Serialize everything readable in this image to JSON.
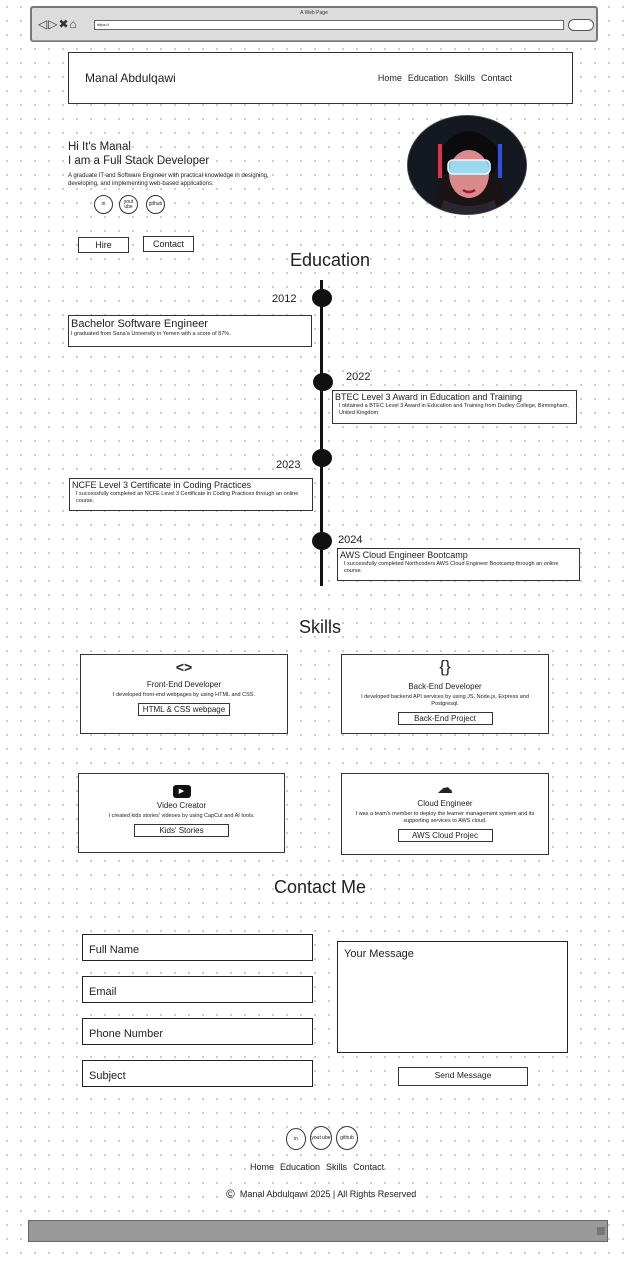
{
  "browser": {
    "title": "A Web Page",
    "url": "https://",
    "nav_icons": "◁▷✖⌂"
  },
  "header": {
    "brand": "Manal Abdulqawi",
    "nav": [
      "Home",
      "Education",
      "Skills",
      "Contact"
    ]
  },
  "hero": {
    "greeting": "Hi It's Manal",
    "role": "I am a Full Stack Developer",
    "description": "A graduate IT and Software Engineer with practical knowledge in designing, developing, and implementing web-based applications.",
    "social": [
      "in",
      "yout ube",
      "github"
    ],
    "hire_label": "Hire",
    "contact_label": "Contact"
  },
  "education": {
    "title": "Education",
    "items": [
      {
        "year": "2012",
        "title": "Bachelor Software Engineer",
        "text": "I graduated from Sana'a University in Yemen with a score of 87%."
      },
      {
        "year": "2022",
        "title": "BTEC Level 3 Award in Education and Training",
        "text": "I obtained a BTEC Level 3 Award in Education and Training from Dudley College, Birmingham, United Kingdom"
      },
      {
        "year": "2023",
        "title": "NCFE Level 3 Certificate in Coding Practices",
        "text": "I successfully completed an NCFE Level 3 Certificate in Coding Practices through an online course."
      },
      {
        "year": "2024",
        "title": "AWS Cloud Engineer Bootcamp",
        "text": "I successfully completed Northcoders AWS Cloud Engineer Bootcamp through an online course."
      }
    ]
  },
  "skills": {
    "title": "Skills",
    "items": [
      {
        "icon": "code-icon",
        "glyph": "<>",
        "name": "Front-End Developer",
        "desc": "I developed front-end webpages by using HTML and CSS.",
        "button": "HTML & CSS webpage"
      },
      {
        "icon": "braces-icon",
        "glyph": "{}",
        "name": "Back-End Developer",
        "desc": "I developed backend API services by using JS, Node.js, Express and  Postgresql.",
        "button": "Back-End Project"
      },
      {
        "icon": "youtube-icon",
        "glyph": "▶",
        "name": "Video Creator",
        "desc": "I created kids stories' videoes by using CapCut and AI tools.",
        "button": "Kids' Stories"
      },
      {
        "icon": "cloud-icon",
        "glyph": "☁",
        "name": "Cloud Engineer",
        "desc": "I was a team's member to deploy the learner management system and its supporting services to AWS cloud.",
        "button": "AWS Cloud Projec"
      }
    ]
  },
  "contact": {
    "title": "Contact Me",
    "full_name": "Full Name",
    "email": "Email",
    "phone": "Phone Number",
    "subject": "Subject",
    "message": "Your Message",
    "send": "Send Message"
  },
  "footer": {
    "social": [
      "in",
      "yout ube",
      "github"
    ],
    "nav": [
      "Home",
      "Education",
      "Skills",
      "Contact"
    ],
    "copyright_symbol": "©",
    "copyright": "Manal Abdulqawi 2025 | All Rights Reserved"
  }
}
